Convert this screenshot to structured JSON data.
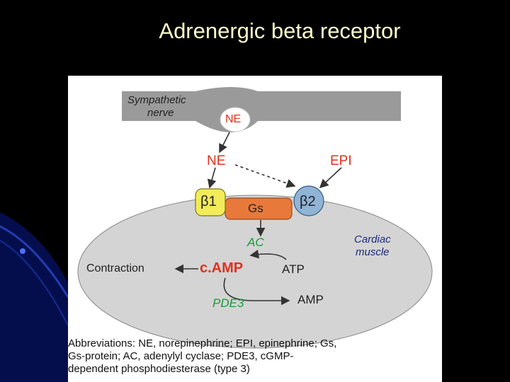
{
  "title": "Adrenergic beta receptor",
  "colors": {
    "background": "#000000",
    "title": "#ffffcc",
    "red_label": "#e0301e",
    "green_label": "#1a9a3a",
    "navy_label": "#1e2a78",
    "beta1_fill": "#f2ec5a",
    "beta2_fill": "#8fb4d6",
    "gs_fill": "#e8793a",
    "nerve_fill": "#9a9a9a",
    "cell_fill": "#d4d4d4"
  },
  "diagram": {
    "nerve_label_line1": "Sympathetic",
    "nerve_label_line2": "nerve",
    "ne_vesicle": "NE",
    "ne_released": "NE",
    "epi": "EPI",
    "beta1": "β1",
    "beta2": "β2",
    "gs": "Gs",
    "ac": "AC",
    "cell_label_line1": "Cardiac",
    "cell_label_line2": "muscle",
    "contraction": "Contraction",
    "camp": "c.AMP",
    "atp": "ATP",
    "pde3": "PDE3",
    "amp": "AMP"
  },
  "abbreviations": {
    "line1": "Abbreviations: NE, norepinephrine; EPI, epinephrine; Gs,",
    "line2": "Gs-protein; AC, adenylyl cyclase; PDE3, cGMP-",
    "line3": "dependent phosphodiesterase (type 3)"
  }
}
